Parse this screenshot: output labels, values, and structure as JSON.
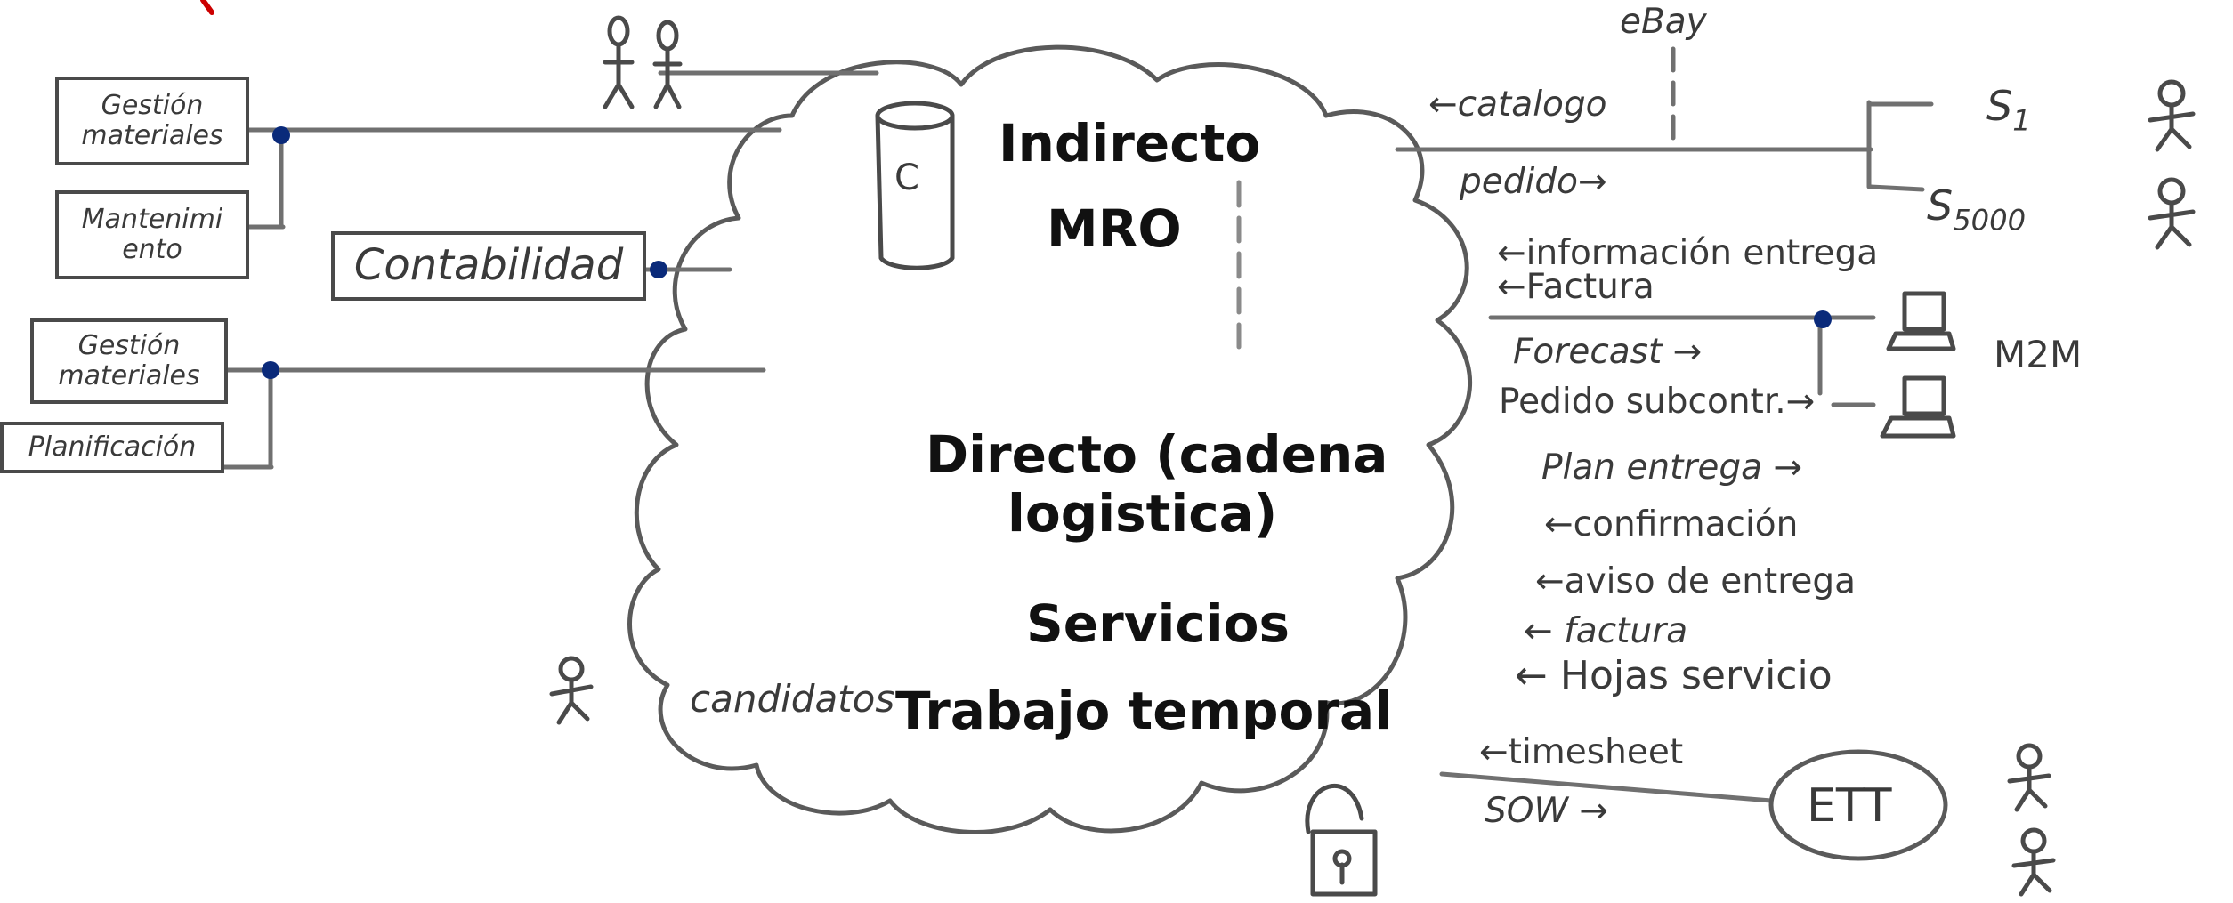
{
  "colors": {
    "stroke": "#707070",
    "dark_stroke": "#4a4a4a",
    "dot": "#0a2a7a",
    "text": "#3a3a3a",
    "bold_text": "#111111",
    "corner_mark": "#cc0000"
  },
  "left_boxes": {
    "gestion_materiales_1": "Gestión\nmateriales",
    "mantenimiento": "Mantenimi\nento",
    "contabilidad": "Contabilidad",
    "gestion_materiales_2": "Gestión\nmateriales",
    "planificacion": "Planificación"
  },
  "cloud": {
    "db_letter": "C",
    "indirecto": "Indirecto",
    "mro": "MRO",
    "directo_line1": "Directo (cadena",
    "directo_line2": "logistica)",
    "servicios": "Servicios",
    "trabajo_temporal": "Trabajo temporal",
    "candidatos": "candidatos"
  },
  "right": {
    "ebay": "eBay",
    "catalogo": "←catalogo",
    "pedido": "pedido→",
    "s1_base": "S",
    "s1_sub": "1",
    "s5000_base": "S",
    "s5000_sub": "5000",
    "informacion_entrega": "←información entrega",
    "factura_top": "←Factura",
    "forecast": "Forecast →",
    "pedido_subcontr": "Pedido subcontr.→",
    "m2m": "M2M",
    "plan_entrega": "Plan entrega →",
    "confirmacion": "←confirmación",
    "aviso_entrega": "←aviso de entrega",
    "factura": "← factura",
    "hojas_servicio": "← Hojas servicio",
    "timesheet": "←timesheet",
    "sow": "SOW →",
    "ett": "ETT"
  },
  "icons": [
    "stick-figure-icon",
    "database-icon",
    "laptop-icon",
    "padlock-icon"
  ]
}
